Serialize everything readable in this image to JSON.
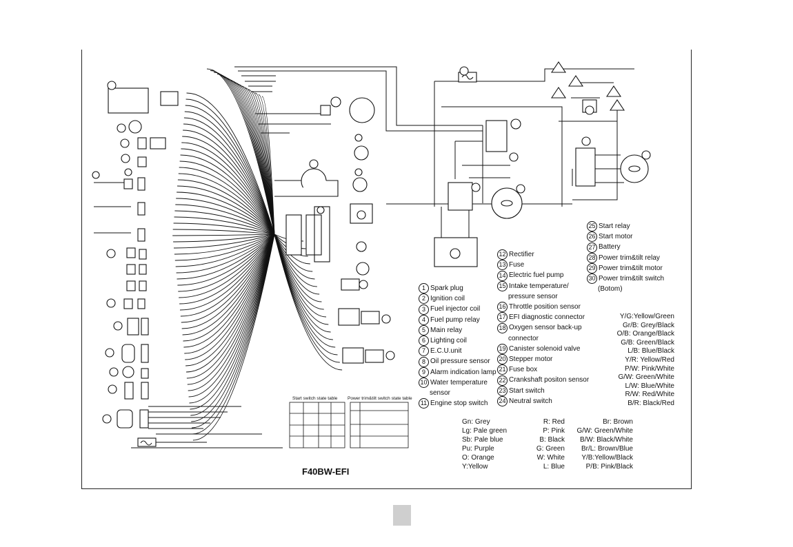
{
  "model": "F40BW-EFI",
  "components_a": [
    {
      "n": "1",
      "name": "Spark plug"
    },
    {
      "n": "2",
      "name": "Ignition coil"
    },
    {
      "n": "3",
      "name": "Fuel injector coil"
    },
    {
      "n": "4",
      "name": "Fuel pump relay"
    },
    {
      "n": "5",
      "name": "Main relay"
    },
    {
      "n": "6",
      "name": "Lighting coil"
    },
    {
      "n": "7",
      "name": "E.C.U.unit"
    },
    {
      "n": "8",
      "name": "Oil pressure sensor"
    },
    {
      "n": "9",
      "name": "Alarm indication lamp"
    },
    {
      "n": "10",
      "name": "Water temperature"
    },
    {
      "n": "",
      "name": "sensor"
    },
    {
      "n": "11",
      "name": "Engine stop switch"
    }
  ],
  "components_b": [
    {
      "n": "12",
      "name": "Rectifier"
    },
    {
      "n": "13",
      "name": "Fuse"
    },
    {
      "n": "14",
      "name": "Electric fuel pump"
    },
    {
      "n": "15",
      "name": "Intake temperature/"
    },
    {
      "n": "",
      "name": "pressure sensor"
    },
    {
      "n": "16",
      "name": "Throttle position sensor"
    },
    {
      "n": "17",
      "name": "EFI diagnostic connector"
    },
    {
      "n": "18",
      "name": "Oxygen sensor back-up"
    },
    {
      "n": "",
      "name": "connector"
    },
    {
      "n": "19",
      "name": "Canister solenoid valve"
    },
    {
      "n": "20",
      "name": "Stepper motor"
    },
    {
      "n": "21",
      "name": "Fuse box"
    },
    {
      "n": "22",
      "name": "Crankshaft positon sensor"
    },
    {
      "n": "23",
      "name": "Start switch"
    },
    {
      "n": "24",
      "name": "Neutral switch"
    }
  ],
  "components_c": [
    {
      "n": "25",
      "name": "Start relay"
    },
    {
      "n": "26",
      "name": "Start motor"
    },
    {
      "n": "27",
      "name": "Battery"
    },
    {
      "n": "28",
      "name": "Power trim&tilt relay"
    },
    {
      "n": "29",
      "name": "Power trim&tilt motor"
    },
    {
      "n": "30",
      "name": "Power trim&tilt switch"
    },
    {
      "n": "",
      "name": "(Botom)"
    }
  ],
  "two_tone_codes": [
    "Y/G:Yellow/Green",
    "Gr/B: Grey/Black",
    "O/B: Orange/Black",
    "G/B: Green/Black",
    "L/B: Blue/Black",
    "Y/R: Yellow/Red",
    "P/W: Pink/White",
    "G/W: Green/White",
    "L/W: Blue/White",
    "R/W: Red/White",
    "B/R: Black/Red"
  ],
  "color_codes_col1": [
    "Gn: Grey",
    "Lg: Pale green",
    "Sb: Pale blue",
    "Pu: Purple",
    "O: Orange",
    "Y:Yellow"
  ],
  "color_codes_col2": [
    "R: Red",
    "P: Pink",
    "B: Black",
    "G: Green",
    "W: White",
    "L: Blue"
  ],
  "color_codes_col3": [
    "Br: Brown",
    "G/W: Green/White",
    "B/W: Black/White",
    "Br/L: Brown/Blue",
    "Y/B:Yellow/Black",
    "P/B: Pink/Black"
  ],
  "table_titles": {
    "start_switch": "Start switch state table",
    "trim_switch": "Power trim&tilt switch state table"
  }
}
